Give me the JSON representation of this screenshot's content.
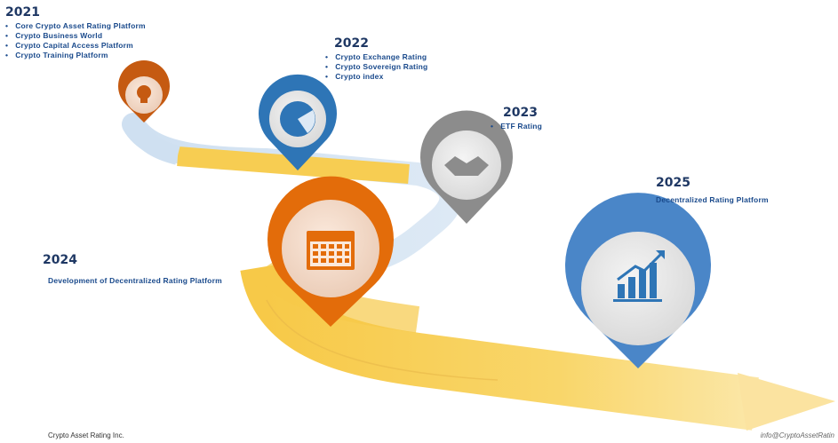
{
  "milestones": [
    {
      "year": "2021",
      "items": [
        "Core Crypto Asset Rating Platform",
        "Crypto Business World",
        "Crypto Capital Access Platform",
        "Crypto Training Platform"
      ],
      "icon": "lightbulb-icon",
      "color": "#c55a11"
    },
    {
      "year": "2022",
      "items": [
        "Crypto Exchange Rating",
        "Crypto Sovereign Rating",
        "Crypto index"
      ],
      "icon": "pie-chart-icon",
      "color": "#2e75b6"
    },
    {
      "year": "2023",
      "items": [
        "ETF Rating"
      ],
      "icon": "handshake-icon",
      "color": "#8c8c8c"
    },
    {
      "year": "2024",
      "text": "Development of Decentralized Rating Platform",
      "icon": "calendar-icon",
      "color": "#e36c0a"
    },
    {
      "year": "2025",
      "text": "Decentralized Rating Platform",
      "icon": "growth-chart-icon",
      "color": "#4a86c8"
    }
  ],
  "footer": {
    "company": "Crypto Asset Rating Inc.",
    "email": "info@CryptoAssetRatin"
  }
}
